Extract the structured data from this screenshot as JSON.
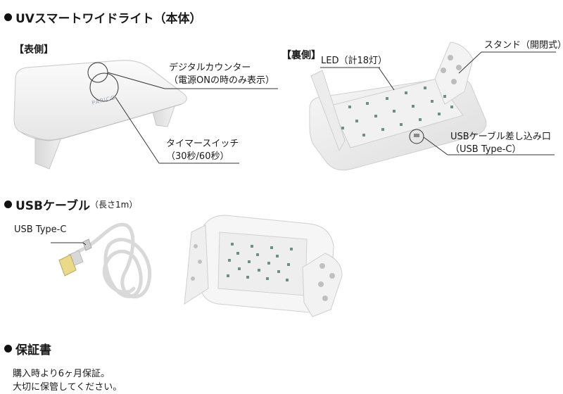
{
  "main": {
    "title": "UVスマートワイドライト（本体）",
    "front_label": "【表側】",
    "back_label": "【裏側】",
    "brand_logo_text": "PAPICO",
    "callouts": {
      "digital_counter_line1": "デジタルカウンター",
      "digital_counter_line2": "（電源ONの時のみ表示）",
      "timer_switch_line1": "タイマースイッチ",
      "timer_switch_line2": "（30秒/60秒）",
      "led": "LED（計18灯）",
      "stand": "スタンド（開閉式）",
      "usb_port_line1": "USBケーブル差し込み口",
      "usb_port_line2": "（USB Type-C）"
    }
  },
  "cable": {
    "title": "USBケーブル",
    "title_note": "（長さ1m）",
    "type_c_label": "USB Type-C"
  },
  "warranty": {
    "title": "保証書",
    "line1": "購入時より6ヶ月保証。",
    "line2": "大切に保管してください。"
  }
}
